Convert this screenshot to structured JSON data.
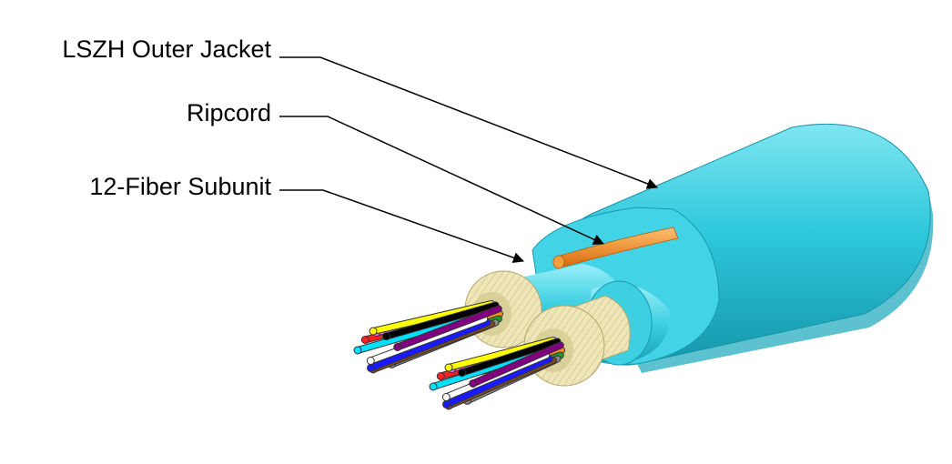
{
  "labels": {
    "outer_jacket": "LSZH Outer Jacket",
    "ripcord": "Ripcord",
    "subunit": "12-Fiber Subunit"
  },
  "colors": {
    "jacket": "#2ec8dc",
    "ripcord": "#f08a1c",
    "yarn": "#efe6b8",
    "fibers": [
      "#ff8c1a",
      "#1a9e2a",
      "#8a8a8a",
      "#7a4a1f",
      "#1a1aff",
      "#ffffff",
      "#00e0ff",
      "#ff2020",
      "#ff66ff",
      "#ffff00",
      "#000000",
      "#800080"
    ]
  }
}
